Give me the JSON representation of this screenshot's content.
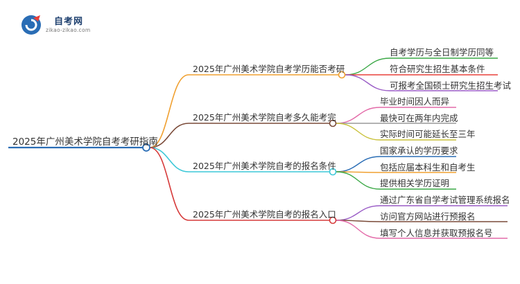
{
  "logo": {
    "name": "自考网",
    "url": "zikao-zikao.com"
  },
  "root": {
    "label": "2025年广州美术学院自考考研指南",
    "color": "#2a6db5"
  },
  "branches": [
    {
      "label": "2025年广州美术学院自考学历能否考研",
      "color": "#f0a030",
      "children": [
        {
          "label": "自考学历与全日制学历同等",
          "color": "#3aa845"
        },
        {
          "label": "符合研究生招生基本条件",
          "color": "#e8403a"
        },
        {
          "label": "可报考全国硕士研究生招生考试",
          "color": "#9a5cc6"
        }
      ]
    },
    {
      "label": "2025年广州美术学院自考多久能考完",
      "color": "#7a4a38",
      "children": [
        {
          "label": "毕业时间因人而异",
          "color": "#e36aa8"
        },
        {
          "label": "最快可在两年内完成",
          "color": "#9a9a9a"
        },
        {
          "label": "实际时间可能延长至三年",
          "color": "#c9c13a"
        }
      ]
    },
    {
      "label": "2025年广州美术学院自考的报名条件",
      "color": "#3cc8d8",
      "children": [
        {
          "label": "国家承认的学历要求",
          "color": "#2a6db5"
        },
        {
          "label": "包括应届本科生和自考生",
          "color": "#f0a030"
        },
        {
          "label": "提供相关学历证明",
          "color": "#3aa845"
        }
      ]
    },
    {
      "label": "2025年广州美术学院自考的报名入口",
      "color": "#d63a3a",
      "children": [
        {
          "label": "通过广东省自学考试管理系统报名",
          "color": "#9a5cc6"
        },
        {
          "label": "访问官方网站进行预报名",
          "color": "#7a4a38"
        },
        {
          "label": "填写个人信息并获取预报名号",
          "color": "#e36aa8"
        }
      ]
    }
  ]
}
